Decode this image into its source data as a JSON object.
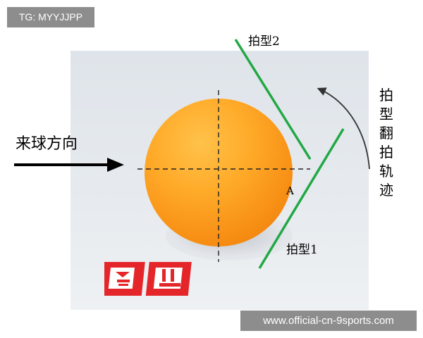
{
  "watermark_top_left": "TG: MYYJJPP",
  "watermark_bottom_right": "www.official-cn-9sports.com",
  "labels": {
    "incoming_direction": "来球方向",
    "racket_shape_2": "拍型2",
    "racket_shape_1": "拍型1",
    "contact_point": "A",
    "flip_trajectory": [
      "拍型",
      "翻拍",
      "轨迹"
    ]
  },
  "figure_seal": "图四",
  "colors": {
    "ball_orange": "#f68b12",
    "racket_line_green": "#22a844",
    "seal_red": "#e4262b",
    "arrow_black": "#000000"
  }
}
